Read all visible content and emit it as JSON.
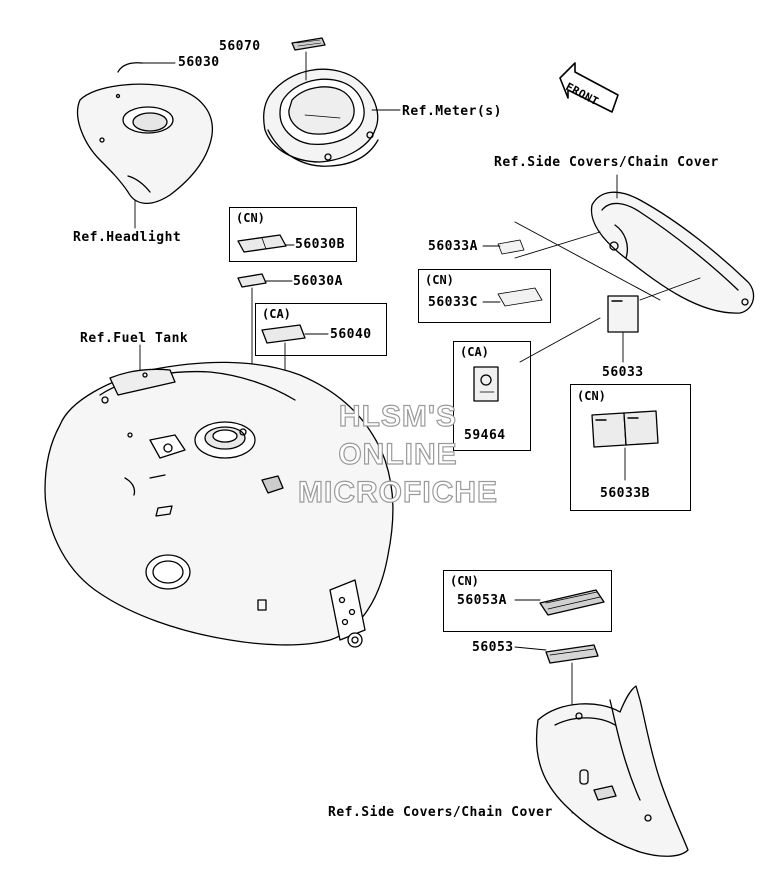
{
  "labels": {
    "p56070": "56070",
    "p56030": "56030",
    "ref_meter": "Ref.Meter(s)",
    "front": "FRONT",
    "ref_side_covers_top": "Ref.Side Covers/Chain Cover",
    "ref_headlight": "Ref.Headlight",
    "p56030b": "56030B",
    "p56030a": "56030A",
    "p56033a": "56033A",
    "p56033c": "56033C",
    "p56040": "56040",
    "ref_fuel_tank": "Ref.Fuel Tank",
    "p56033": "56033",
    "p59464": "59464",
    "p56033b": "56033B",
    "p56053a": "56053A",
    "p56053": "56053",
    "ref_side_covers_bottom": "Ref.Side Covers/Chain Cover"
  },
  "region_tags": {
    "cn_56030b": "(CN)",
    "ca_56040": "(CA)",
    "cn_56033c": "(CN)",
    "ca_59464": "(CA)",
    "cn_56033b": "(CN)",
    "cn_56053a": "(CN)"
  },
  "watermark": {
    "line1": "HLSM'S",
    "line2": "ONLINE",
    "line3": "MICROFICHE"
  }
}
